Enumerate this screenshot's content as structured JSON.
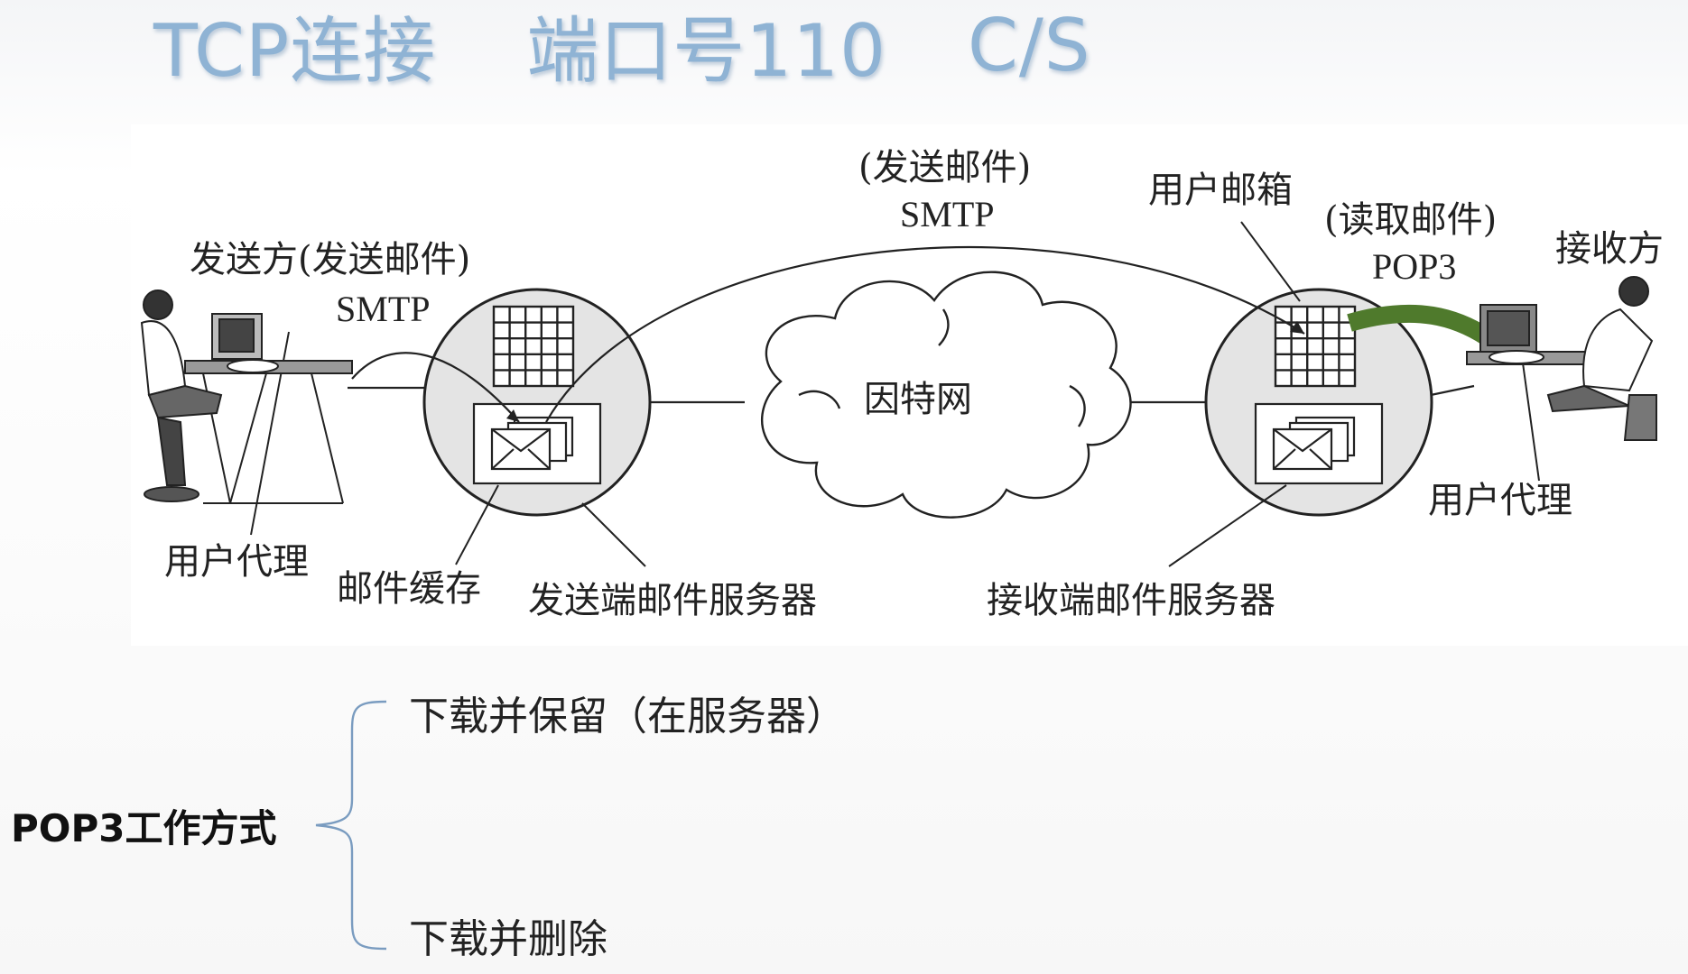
{
  "header": {
    "protocol": "TCP连接",
    "port": "端口号110",
    "model": "C/S"
  },
  "diagram": {
    "sender": "发送方(发送邮件)",
    "sender_protocol": "SMTP",
    "top_protocol_desc": "(发送邮件)",
    "top_protocol": "SMTP",
    "mailbox": "用户邮箱",
    "read_desc": "(读取邮件)",
    "read_protocol": "POP3",
    "receiver": "接收方",
    "internet": "因特网",
    "user_agent_left": "用户代理",
    "mail_cache": "邮件缓存",
    "send_server": "发送端邮件服务器",
    "recv_server": "接收端邮件服务器",
    "user_agent_right": "用户代理"
  },
  "pop3": {
    "label": "POP3工作方式",
    "options": [
      "下载并保留（在服务器）",
      "下载并删除"
    ]
  },
  "colors": {
    "title": "#8fb3d4",
    "pop3_arrow": "#4f7a2c",
    "server_fill": "#e4e4e4"
  }
}
